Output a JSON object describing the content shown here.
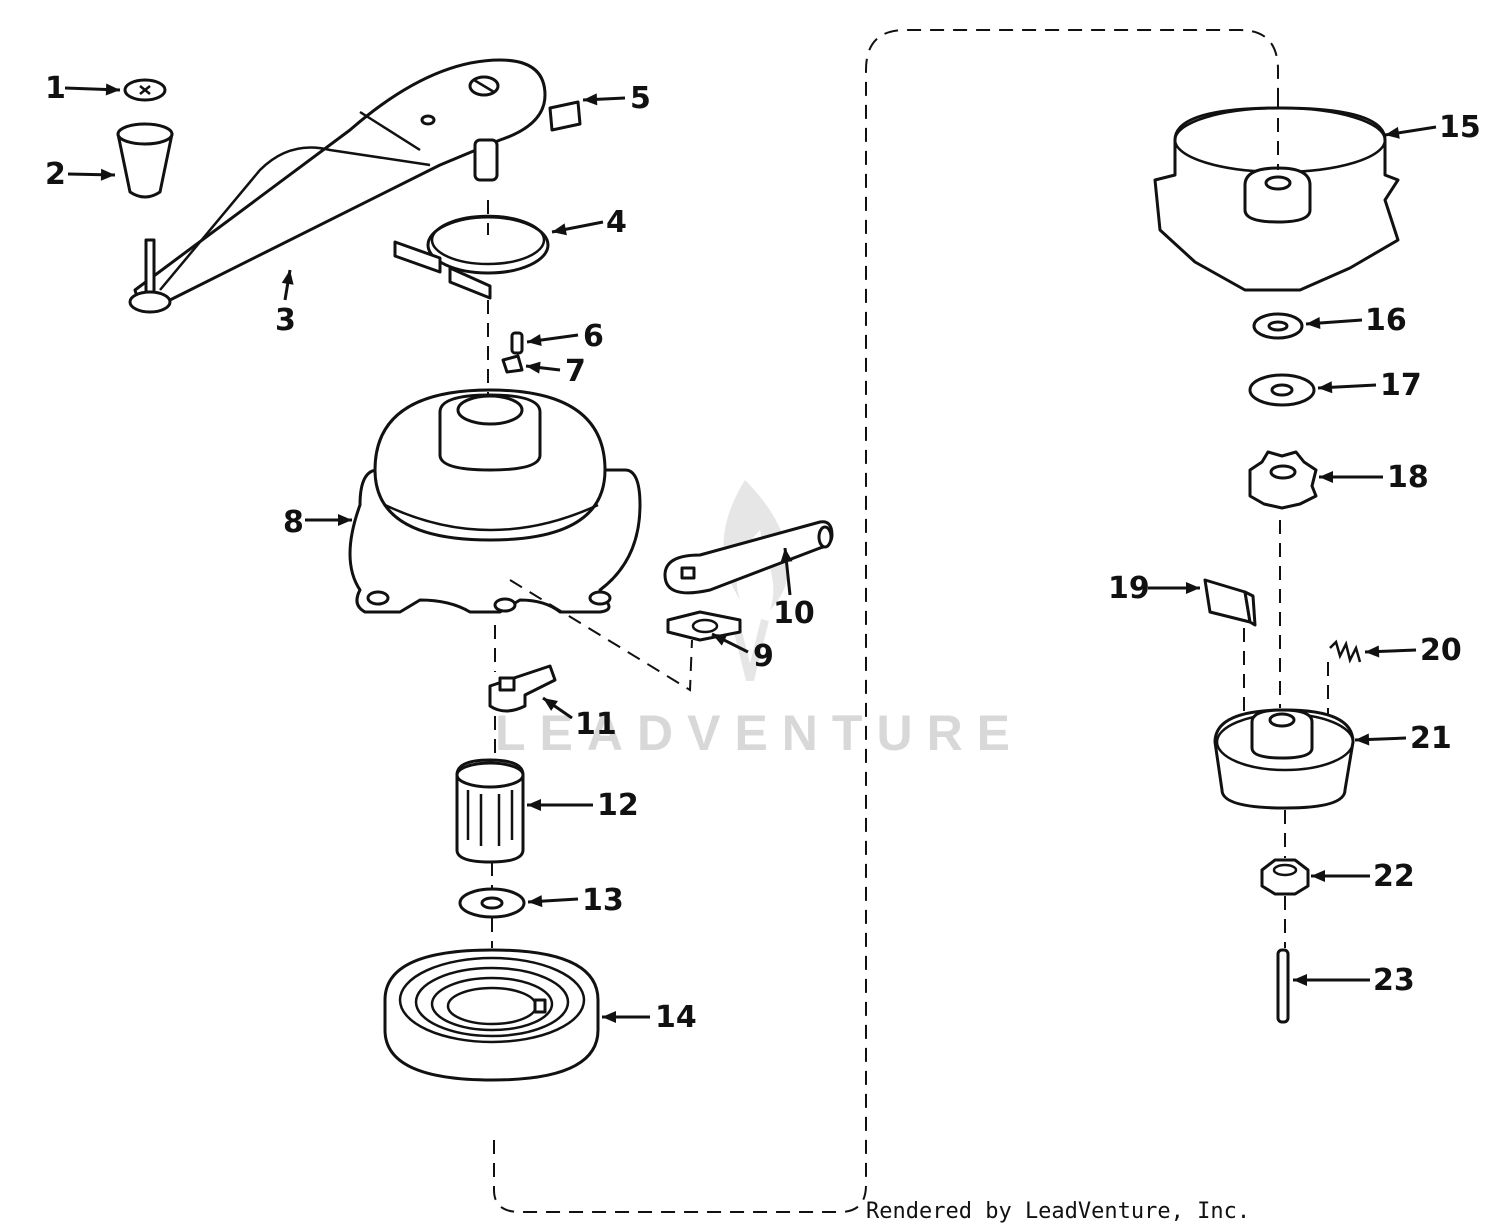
{
  "diagram": {
    "callouts": [
      {
        "id": "1",
        "label": "1"
      },
      {
        "id": "2",
        "label": "2"
      },
      {
        "id": "3",
        "label": "3"
      },
      {
        "id": "4",
        "label": "4"
      },
      {
        "id": "5",
        "label": "5"
      },
      {
        "id": "6",
        "label": "6"
      },
      {
        "id": "7",
        "label": "7"
      },
      {
        "id": "8",
        "label": "8"
      },
      {
        "id": "9",
        "label": "9"
      },
      {
        "id": "10",
        "label": "10"
      },
      {
        "id": "11",
        "label": "11"
      },
      {
        "id": "12",
        "label": "12"
      },
      {
        "id": "13",
        "label": "13"
      },
      {
        "id": "14",
        "label": "14"
      },
      {
        "id": "15",
        "label": "15"
      },
      {
        "id": "16",
        "label": "16"
      },
      {
        "id": "17",
        "label": "17"
      },
      {
        "id": "18",
        "label": "18"
      },
      {
        "id": "19",
        "label": "19"
      },
      {
        "id": "20",
        "label": "20"
      },
      {
        "id": "21",
        "label": "21"
      },
      {
        "id": "22",
        "label": "22"
      },
      {
        "id": "23",
        "label": "23"
      }
    ],
    "watermark": "LEADVENTURE",
    "credit": "Rendered by LeadVenture, Inc."
  },
  "colors": {
    "ink": "#111111",
    "paper": "#ffffff",
    "watermark": "#d8d8d8"
  }
}
